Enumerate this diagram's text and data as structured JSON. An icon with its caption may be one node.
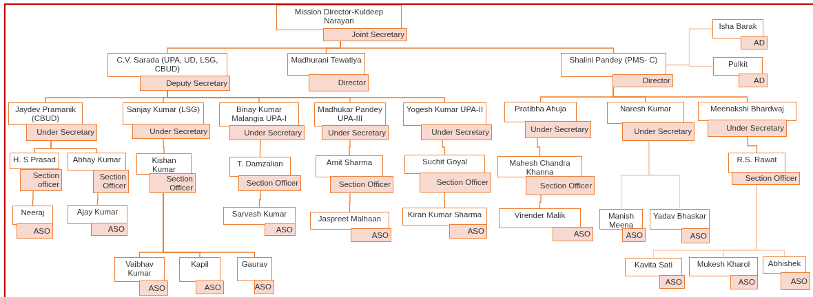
{
  "diagram": {
    "nodes": [
      {
        "text": [
          "Mission Director-Kuldeep Narayan",
          "Joint Secretary"
        ]
      },
      {
        "text": [
          "C.V. Sarada (UPA, UD, LSG, CBUD)",
          "Deputy Secretary"
        ]
      },
      {
        "text": [
          "Madhurani Tewatiya",
          "Director"
        ]
      },
      {
        "text": [
          "Shalini Pandey (PMS- C)",
          "Director"
        ]
      },
      {
        "text": [
          "Isha Barak",
          "AD"
        ]
      },
      {
        "text": [
          "Pulkit",
          "AD"
        ]
      },
      {
        "text": [
          "Jaydev Pramanik (CBUD)",
          "Under Secretary"
        ]
      },
      {
        "text": [
          "Sanjay Kumar (LSG)",
          "Under Secretary"
        ]
      },
      {
        "text": [
          "Binay Kumar Malangia UPA-I",
          "Under Secretary"
        ]
      },
      {
        "text": [
          "Madhukar Pandey UPA-III",
          "Under Secretary"
        ]
      },
      {
        "text": [
          "Yogesh Kumar UPA-II",
          "Under Secretary"
        ]
      },
      {
        "text": [
          "Pratibha Ahuja",
          "Under Secretary"
        ]
      },
      {
        "text": [
          "Naresh Kumar",
          "Under Secretary"
        ]
      },
      {
        "text": [
          "Meenakshi Bhardwaj",
          "Under Secretary"
        ]
      },
      {
        "text": [
          "H. S Prasad",
          "Section officer"
        ]
      },
      {
        "text": [
          "Abhay Kumar",
          "Section Officer"
        ]
      },
      {
        "text": [
          "Kishan Kumar",
          "Section Officer"
        ]
      },
      {
        "text": [
          "T. Damzalian",
          "Section Officer"
        ]
      },
      {
        "text": [
          "Amit Sharma",
          "Section Officer"
        ]
      },
      {
        "text": [
          "Suchit Goyal",
          "Section Officer"
        ]
      },
      {
        "text": [
          "Mahesh Chandra Khanna",
          "Section Officer"
        ]
      },
      {
        "text": [
          "R.S. Rawat",
          "Section Officer"
        ]
      },
      {
        "text": [
          "Neeraj",
          "ASO"
        ]
      },
      {
        "text": [
          "Ajay Kumar",
          "ASO"
        ]
      },
      {
        "text": [
          "Sarvesh Kumar",
          "ASO"
        ]
      },
      {
        "text": [
          "Jaspreet Malhaan",
          "ASO"
        ]
      },
      {
        "text": [
          "Kiran Kumar Sharma",
          "ASO"
        ]
      },
      {
        "text": [
          "Virender Malik",
          "ASO"
        ]
      },
      {
        "text": [
          "Manish Meena",
          "ASO"
        ]
      },
      {
        "text": [
          "Yadav Bhaskar",
          "ASO"
        ]
      },
      {
        "text": [
          "Vaibhav Kumar",
          "ASO"
        ]
      },
      {
        "text": [
          "Kapil",
          "ASO"
        ]
      },
      {
        "text": [
          "Gaurav",
          "ASO"
        ]
      },
      {
        "text": [
          "Kavita Sati",
          "ASO"
        ]
      },
      {
        "text": [
          "Mukesh Kharol",
          "ASO"
        ]
      },
      {
        "text": [
          "Abhishek",
          "ASO"
        ]
      }
    ],
    "edges": [
      {
        "from": 0,
        "to": 1,
        "arrow": "none"
      },
      {
        "from": 0,
        "to": 2,
        "arrow": "none"
      },
      {
        "from": 0,
        "to": 3,
        "arrow": "none"
      },
      {
        "from": 3,
        "to": 4,
        "arrow": "none",
        "color": "#f8cbad"
      },
      {
        "from": 3,
        "to": 5,
        "arrow": "none",
        "color": "#f8cbad"
      },
      {
        "from": 1,
        "to": 6,
        "arrow": "none"
      },
      {
        "from": 1,
        "to": 7,
        "arrow": "none"
      },
      {
        "from": 1,
        "to": 8,
        "arrow": "none"
      },
      {
        "from": 1,
        "to": 9,
        "arrow": "none"
      },
      {
        "from": 1,
        "to": 10,
        "arrow": "none"
      },
      {
        "from": 3,
        "to": 11,
        "arrow": "none"
      },
      {
        "from": 3,
        "to": 12,
        "arrow": "none"
      },
      {
        "from": 3,
        "to": 13,
        "arrow": "none"
      },
      {
        "from": 6,
        "to": 14,
        "arrow": "none"
      },
      {
        "from": 6,
        "to": 15,
        "arrow": "none"
      },
      {
        "from": 7,
        "to": 16,
        "arrow": "none"
      },
      {
        "from": 8,
        "to": 17,
        "arrow": "none"
      },
      {
        "from": 9,
        "to": 18,
        "arrow": "none"
      },
      {
        "from": 10,
        "to": 19,
        "arrow": "none"
      },
      {
        "from": 11,
        "to": 20,
        "arrow": "none"
      },
      {
        "from": 13,
        "to": 21,
        "arrow": "none"
      },
      {
        "from": 14,
        "to": 22,
        "arrow": "none"
      },
      {
        "from": 15,
        "to": 23,
        "arrow": "none"
      },
      {
        "from": 17,
        "to": 24,
        "arrow": "none"
      },
      {
        "from": 18,
        "to": 25,
        "arrow": "none"
      },
      {
        "from": 19,
        "to": 26,
        "arrow": "none"
      },
      {
        "from": 20,
        "to": 27,
        "arrow": "none"
      },
      {
        "from": 12,
        "to": 28,
        "arrow": "none",
        "color": "#f8cbad"
      },
      {
        "from": 12,
        "to": 29,
        "arrow": "none",
        "color": "#f8cbad"
      },
      {
        "from": 16,
        "to": 30,
        "arrow": "none"
      },
      {
        "from": 16,
        "to": 31,
        "arrow": "none"
      },
      {
        "from": 16,
        "to": 32,
        "arrow": "none"
      },
      {
        "from": 21,
        "to": 33,
        "arrow": "none",
        "color": "#f8cbad"
      },
      {
        "from": 21,
        "to": 34,
        "arrow": "none",
        "color": "#f8cbad"
      },
      {
        "from": 21,
        "to": 35,
        "arrow": "none",
        "color": "#f8cbad"
      }
    ]
  }
}
